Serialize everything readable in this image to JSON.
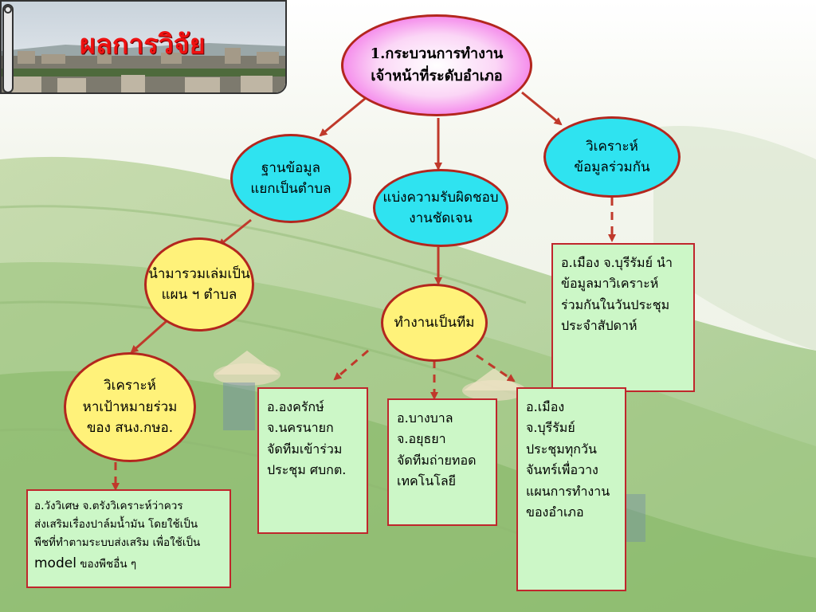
{
  "banner": {
    "title": "ผลการวิจัย"
  },
  "nodes": {
    "main": {
      "line1": "1.กระบวนการทำงาน",
      "line2": "เจ้าหน้าที่ระดับอำเภอ"
    },
    "database": {
      "line1": "ฐานข้อมูล",
      "line2": "แยกเป็นตำบล"
    },
    "responsibility": {
      "line1": "แบ่งความรับผิดชอบ",
      "line2": "งานชัดเจน"
    },
    "analyze": {
      "line1": "วิเคราะห์",
      "line2": "ข้อมูลร่วมกัน"
    },
    "compile": {
      "line1": "นำมารวมเล่มเป็น",
      "line2": "แผน ฯ ตำบล"
    },
    "teamwork": {
      "line1": "ทำงานเป็นทีม"
    },
    "target": {
      "line1": "วิเคราะห์",
      "line2": "หาเป้าหมายร่วม",
      "line3": "ของ สนง.กษอ."
    }
  },
  "boxes": {
    "mueang_analyze": {
      "lines": [
        "อ.เมือง จ.บุรีรัมย์ นำ",
        "ข้อมูลมาวิเคราะห์",
        "ร่วมกันในวันประชุม",
        "ประจำสัปดาห์"
      ]
    },
    "ongkharak": {
      "lines": [
        "อ.องครักษ์",
        "จ.นครนายก",
        "จัดทีมเข้าร่วม",
        "ประชุม ศบกต."
      ]
    },
    "bangban": {
      "lines": [
        "อ.บางบาล",
        "จ.อยุธยา",
        "จัดทีมถ่ายทอด",
        "เทคโนโลยี"
      ]
    },
    "mueang_meeting": {
      "lines": [
        "อ.เมือง",
        "จ.บุรีรัมย์",
        "ประชุมทุกวัน",
        "จันทร์เพื่อวาง",
        "แผนการทำงาน",
        "ของอำเภอ"
      ]
    },
    "wangwiset": {
      "line1": "อ.วังวิเศษ จ.ตรังวิเคราะห์ว่าควร",
      "line2": "ส่งเสริมเรื่องปาล์มน้ำมัน โดยใช้เป็น",
      "line3": "พืชที่ทำตามระบบส่งเสริม เพื่อใช้เป็น",
      "line4_latin": "model",
      "line4_rest": " ของพืชอื่น ๆ"
    }
  },
  "colors": {
    "arrow": "#c0392b",
    "cyan": "#2fe3f0",
    "yellow": "#fff27a",
    "main_gradient_center": "#ffffff",
    "main_gradient_edge": "#f040e0",
    "box": "#ccf7c7",
    "title": "#e11111"
  }
}
